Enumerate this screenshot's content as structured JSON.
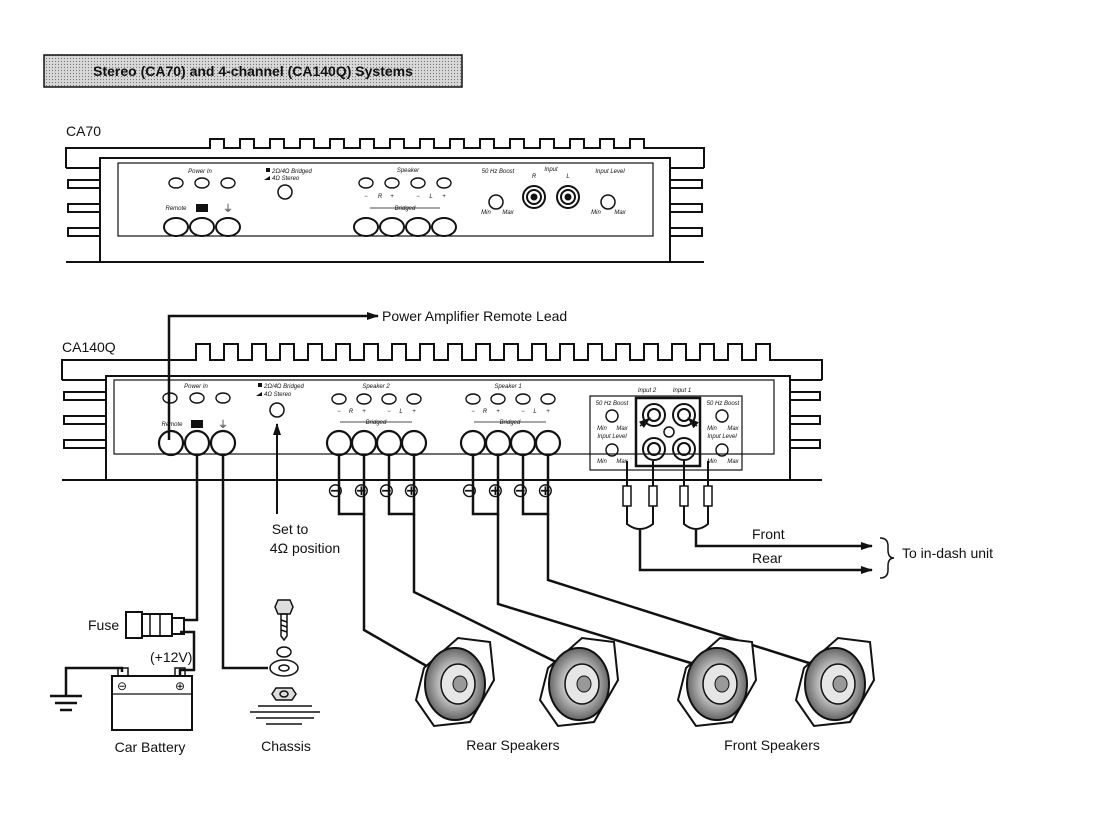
{
  "header": {
    "title": "Stereo (CA70) and 4-channel (CA140Q) Systems"
  },
  "ca70": {
    "model": "CA70",
    "panel": {
      "power_in": "Power In",
      "remote": "Remote",
      "bridge_1": "2Ω/4Ω Bridged",
      "bridge_2": "4Ω Stereo",
      "speaker": "Speaker",
      "minus": "−",
      "plus": "+",
      "r": "R",
      "l": "L",
      "bridged": "Bridged",
      "boost": "50 Hz Boost",
      "input": "Input",
      "input_level": "Input Level",
      "min": "Min",
      "max": "Max"
    }
  },
  "ca140q": {
    "model": "CA140Q",
    "panel": {
      "power_in": "Power In",
      "remote": "Remote",
      "bridge_1": "2Ω/4Ω Bridged",
      "bridge_2": "4Ω Stereo",
      "speaker2": "Speaker 2",
      "speaker1": "Speaker 1",
      "minus": "−",
      "plus": "+",
      "r": "R",
      "l": "L",
      "bridged": "Bridged",
      "input2": "Input 2",
      "input1": "Input 1",
      "boost": "50 Hz Boost",
      "input_level": "Input Level",
      "min": "Min",
      "max": "Max"
    }
  },
  "labels": {
    "remote_lead": "Power Amplifier Remote Lead",
    "set_to_1": "Set to",
    "set_to_2": "4Ω position",
    "fuse": "Fuse",
    "plus12v": "(+12V)",
    "car_battery": "Car Battery",
    "chassis": "Chassis",
    "rear_speakers": "Rear Speakers",
    "front_speakers": "Front Speakers",
    "front": "Front",
    "rear": "Rear",
    "to_in_dash": "To in-dash unit"
  },
  "terminal_symbols": {
    "minus": "⊖",
    "plus": "⊕"
  },
  "colors": {
    "header_bg": "#cfcfcf",
    "line": "#111111"
  }
}
